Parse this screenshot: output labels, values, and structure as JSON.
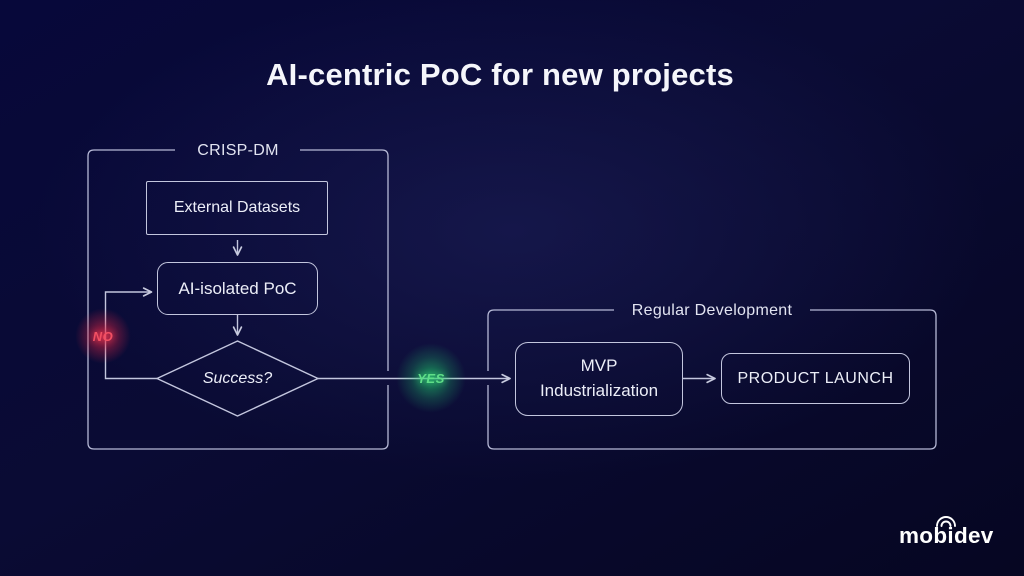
{
  "slide": {
    "title": "AI-centric PoC for new projects"
  },
  "groups": {
    "crisp_dm": {
      "label": "CRISP-DM"
    },
    "regular_development": {
      "label": "Regular Development"
    }
  },
  "nodes": {
    "external_datasets": {
      "label": "External Datasets",
      "shape": "rectangle"
    },
    "ai_isolated_poc": {
      "label": "AI-isolated PoC",
      "shape": "rounded-rectangle"
    },
    "success": {
      "label": "Success?",
      "shape": "decision-diamond"
    },
    "mvp_industrialization": {
      "line1": "MVP",
      "line2": "Industrialization",
      "shape": "rounded-rectangle"
    },
    "product_launch": {
      "label": "PRODUCT LAUNCH",
      "shape": "rounded-rectangle"
    }
  },
  "edges": {
    "external_to_poc": {
      "from": "external_datasets",
      "to": "ai_isolated_poc"
    },
    "poc_to_success": {
      "from": "ai_isolated_poc",
      "to": "success"
    },
    "no": {
      "label": "NO",
      "from": "success",
      "to": "ai_isolated_poc",
      "color": "#f25063"
    },
    "yes": {
      "label": "YES",
      "from": "success",
      "to": "mvp_industrialization",
      "color": "#5fde88"
    },
    "mvp_to_launch": {
      "from": "mvp_industrialization",
      "to": "product_launch"
    }
  },
  "branding": {
    "logo_text": "mobidev",
    "logo_icon": "wifi-signal-icon"
  },
  "colors": {
    "background": "#0a0b34",
    "group_border": "#b6b9d6",
    "node_border": "#c3c6de",
    "text": "#eceef8",
    "no_red": "#f25063",
    "yes_green": "#5fde88"
  }
}
